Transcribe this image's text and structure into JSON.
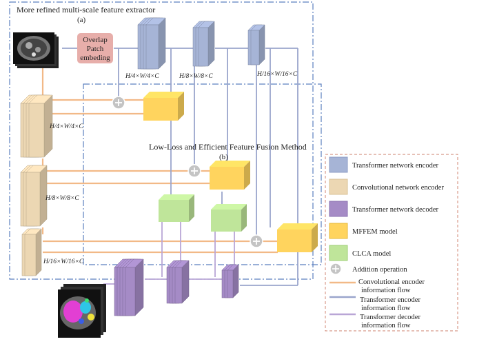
{
  "section_a": {
    "title": "More refined multi-scale feature extractor",
    "tag": "(a)"
  },
  "section_b": {
    "title": "Low-Loss and Efficient Feature Fusion Method",
    "tag": "(b)"
  },
  "patch_embed": {
    "line1": "Overlap",
    "line2": "Patch",
    "line3": "embeding"
  },
  "dims": {
    "t1": "H/4×W/4×C",
    "t2": "H/8×W/8×C",
    "t3": "H/16×W/16×C",
    "c1": "H/4×W/4×C",
    "c2": "H/8×W/8×C",
    "c3": "H/16×W/16×C"
  },
  "legend": {
    "transformer_encoder": "Transformer network encoder",
    "conv_encoder": "Convolutional network encoder",
    "transformer_decoder": "Transformer network decoder",
    "mffem": "MFFEM model",
    "clca": "CLCA model",
    "addition": "Addition operation",
    "conv_flow_1": "Convolutional encoder",
    "conv_flow_2": "information flow",
    "trans_enc_flow_1": "Transformer encoder",
    "trans_enc_flow_2": "information flow",
    "trans_dec_flow_1": "Transformer decoder",
    "trans_dec_flow_2": "information flow"
  },
  "colors": {
    "transformer_encoder": "#a6b4d6",
    "conv_encoder": "#ecd7b3",
    "transformer_decoder": "#a58bc6",
    "mffem": "#ffd45e",
    "clca": "#bfe59a",
    "addition": "#c4c4c4",
    "conv_flow": "#f2b987",
    "trans_enc_flow": "#9aa5cc",
    "trans_dec_flow": "#b9a6d6",
    "frame_blue": "#5b7fbf",
    "frame_red": "#d89a8a"
  }
}
